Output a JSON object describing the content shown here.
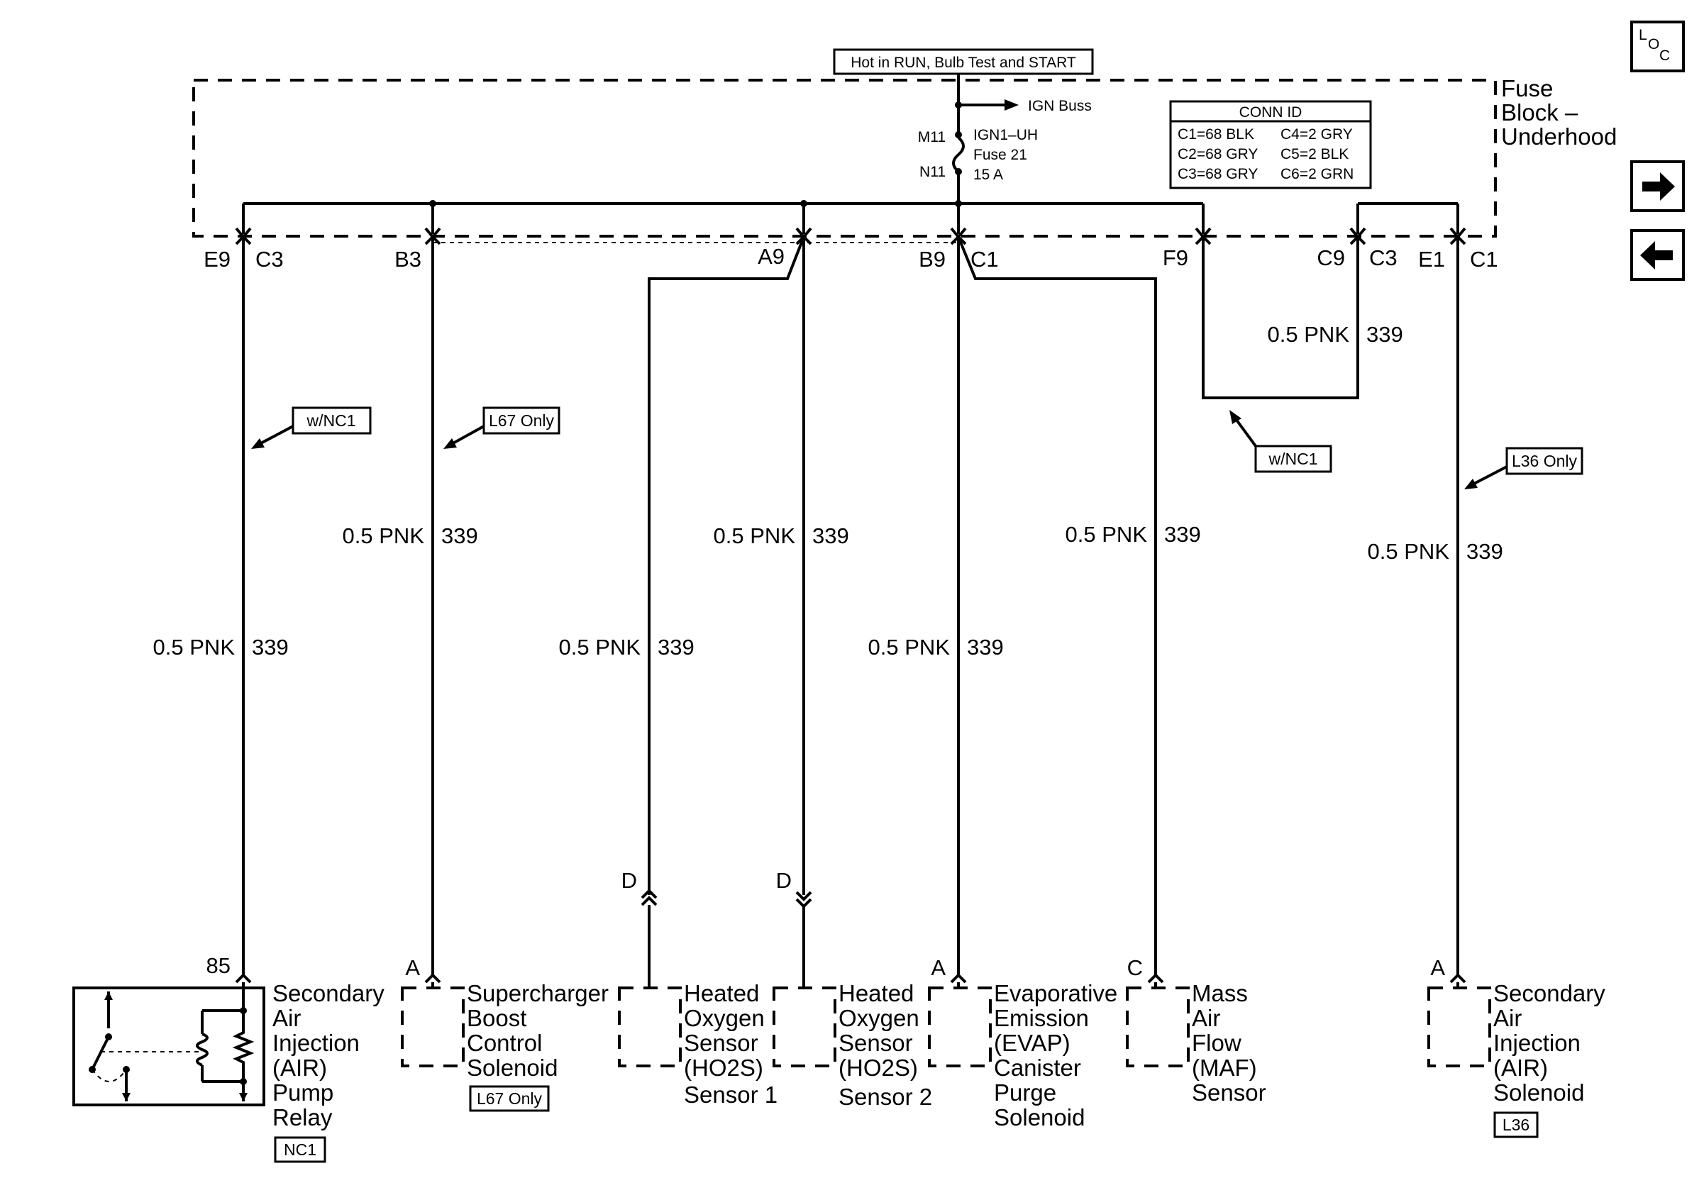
{
  "header": {
    "power_label": "Hot in RUN, Bulb Test and START"
  },
  "fuse_block": {
    "title_lines": [
      "Fuse",
      "Block –",
      "Underhood"
    ],
    "bus_label": "IGN Buss",
    "fuse_pin_top": "M11",
    "fuse_pin_bottom": "N11",
    "fuse_lines": [
      "IGN1–UH",
      "Fuse 21",
      "15 A"
    ]
  },
  "conn_id": {
    "title": "CONN ID",
    "rows": [
      [
        "C1=68 BLK",
        "C4=2 GRY"
      ],
      [
        "C2=68 GRY",
        "C5=2 BLK"
      ],
      [
        "C3=68 GRY",
        "C6=2 GRN"
      ]
    ]
  },
  "connectors": {
    "e9": "E9",
    "c3_left": "C3",
    "b3": "B3",
    "a9": "A9",
    "b9": "B9",
    "c1_mid": "C1",
    "f9": "F9",
    "c9": "C9",
    "c3_right": "C3",
    "e1": "E1",
    "c1_right": "C1"
  },
  "wire": {
    "size_color": "0.5 PNK",
    "circuit": "339"
  },
  "options": {
    "w_nc1_left": "w/NC1",
    "l67_only": "L67 Only",
    "w_nc1_right": "w/NC1",
    "l36_only": "L36 Only"
  },
  "pins": {
    "air_relay": "85",
    "supercharger": "A",
    "ho2s_1": "D",
    "ho2s_2": "D",
    "evap": "A",
    "maf": "C",
    "air_solenoid": "A"
  },
  "components": {
    "air_relay": [
      "Secondary",
      "Air",
      "Injection",
      "(AIR)",
      "Pump",
      "Relay"
    ],
    "air_relay_tag": "NC1",
    "supercharger": [
      "Supercharger",
      "Boost",
      "Control",
      "Solenoid"
    ],
    "supercharger_tag": "L67 Only",
    "ho2s_1": [
      "Heated",
      "Oxygen",
      "Sensor",
      "(HO2S)",
      "Sensor 1"
    ],
    "ho2s_2": [
      "Heated",
      "Oxygen",
      "Sensor",
      "(HO2S)",
      "Sensor 2"
    ],
    "evap": [
      "Evaporative",
      "Emission",
      "(EVAP)",
      "Canister",
      "Purge",
      "Solenoid"
    ],
    "maf": [
      "Mass",
      "Air",
      "Flow",
      "(MAF)",
      "Sensor"
    ],
    "air_solenoid": [
      "Secondary",
      "Air",
      "Injection",
      "(AIR)",
      "Solenoid"
    ],
    "air_solenoid_tag": "L36"
  },
  "nav": {
    "loc_letters": [
      "L",
      "O",
      "C"
    ],
    "next_icon": "arrow-right-icon",
    "prev_icon": "arrow-left-icon"
  }
}
